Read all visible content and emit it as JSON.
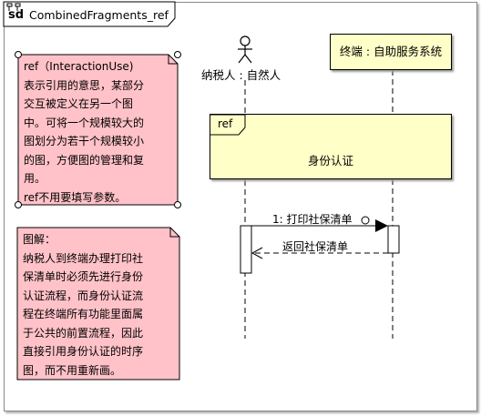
{
  "frame": {
    "kind": "sd",
    "name": "CombinedFragments_ref"
  },
  "notes": [
    {
      "lines": [
        "ref（InteractionUse)",
        "表示引用的意思，某部分",
        "交互被定义在另一个图",
        "中。可将一个规模较大的",
        "图划分为若干个规模较小",
        "的图，方便图的管理和复",
        "用。",
        "ref不用要填写参数。"
      ]
    },
    {
      "lines": [
        "图解：",
        "纳税人到终端办理打印社",
        "保清单时必须先进行身份",
        "认证流程，而身份认证流",
        "程在终端所有功能里面属",
        "于公共的前置流程，因此",
        "直接引用身份认证的时序",
        "图，而不用重新画。"
      ]
    }
  ],
  "actor": {
    "label": "纳税人 : 自然人"
  },
  "lifeline": {
    "label": "终端 : 自助服务系统"
  },
  "ref_fragment": {
    "tag": "ref",
    "text": "身份认证"
  },
  "messages": [
    {
      "label": "1: 打印社保清单",
      "kind": "synchronous"
    },
    {
      "label": "返回社保清单",
      "kind": "reply"
    }
  ],
  "colors": {
    "note": "#ffc2c8",
    "lifeline": "#ffffc8",
    "frame": "#8a8a8a"
  }
}
